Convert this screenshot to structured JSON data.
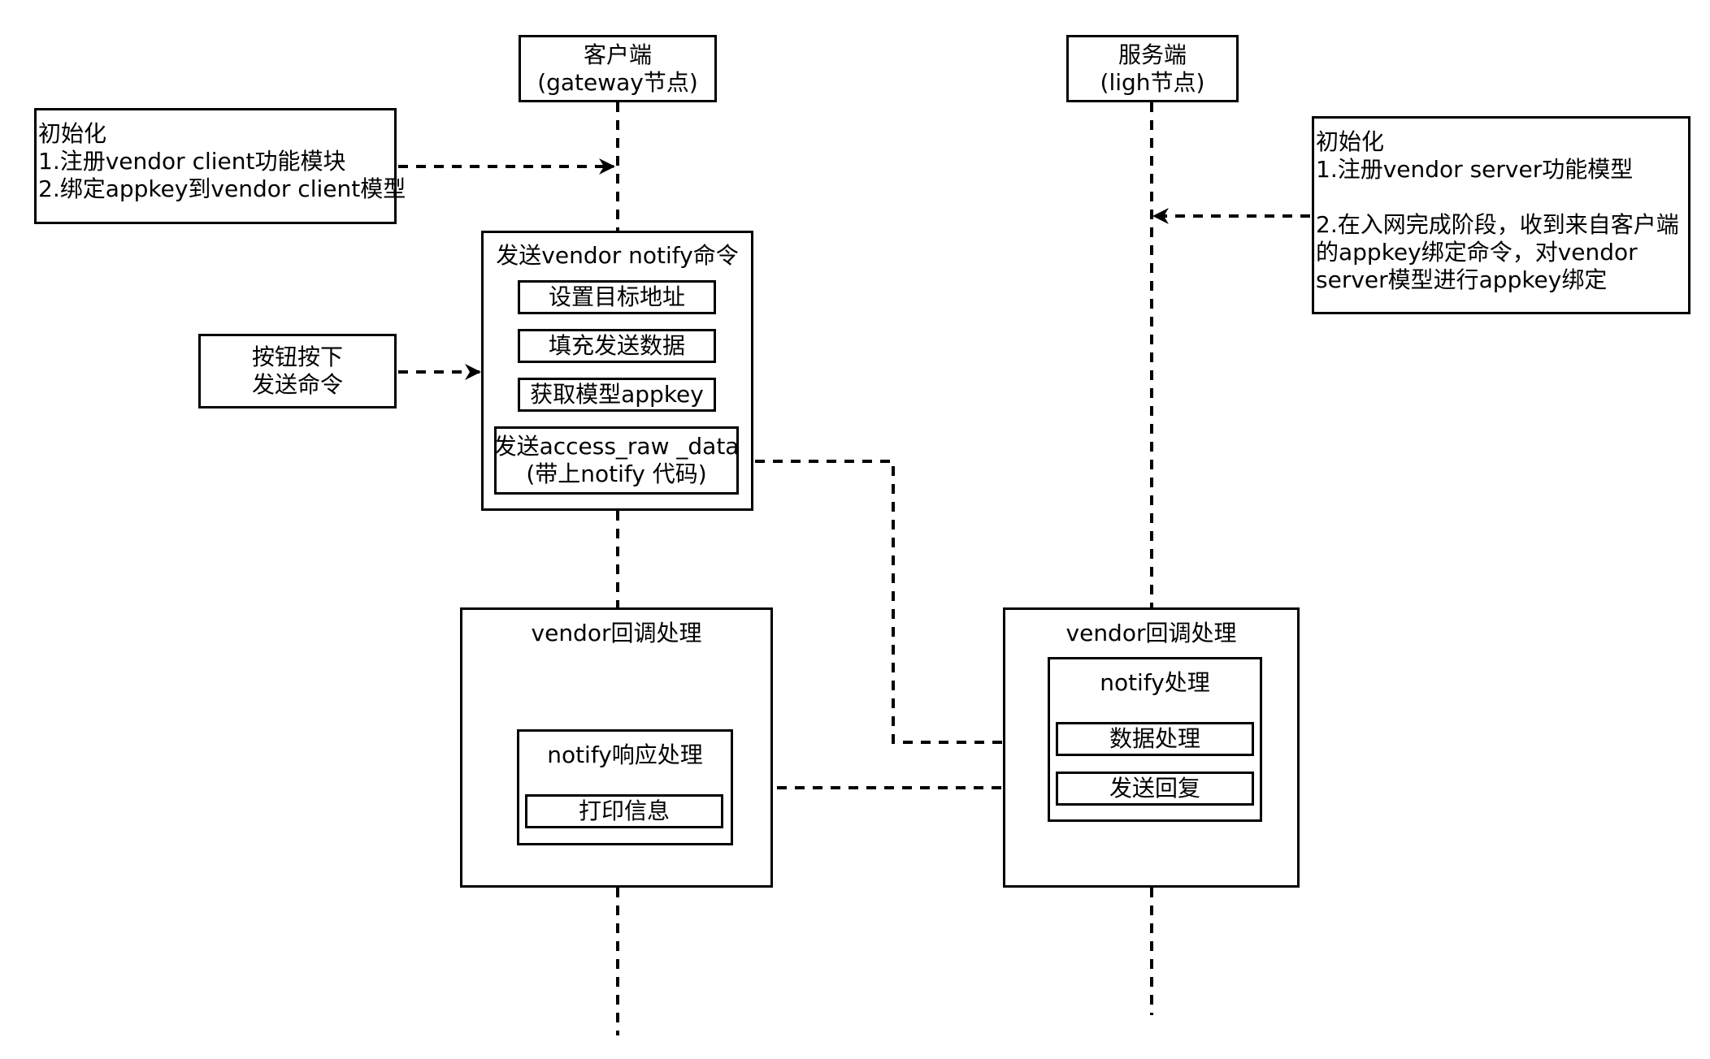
{
  "lifelines": {
    "client": {
      "line1": "客户端",
      "line2": "(gateway节点)"
    },
    "server": {
      "line1": "服务端",
      "line2": "(ligh节点)"
    }
  },
  "client_init": {
    "line1": "初始化",
    "line2": "1.注册vendor client功能模块",
    "line3": "2.绑定appkey到vendor client模型"
  },
  "server_init": {
    "line1": "初始化",
    "line2": "1.注册vendor server功能模型",
    "line3": "2.在入网完成阶段，收到来自客户端",
    "line4": "的appkey绑定命令，对vendor",
    "line5": "server模型进行appkey绑定"
  },
  "button_trigger": {
    "line1": "按钮按下",
    "line2": "发送命令"
  },
  "send_notify": {
    "title": "发送vendor notify命令",
    "steps": {
      "s1": "设置目标地址",
      "s2": "填充发送数据",
      "s3": "获取模型appkey"
    },
    "access": {
      "line1": "发送access_raw _data",
      "line2": "(带上notify 代码)"
    }
  },
  "client_callback": {
    "title": "vendor回调处理",
    "handler_title": "notify响应处理",
    "step": "打印信息"
  },
  "server_callback": {
    "title": "vendor回调处理",
    "handler_title": "notify处理",
    "step1": "数据处理",
    "step2": "发送回复"
  }
}
